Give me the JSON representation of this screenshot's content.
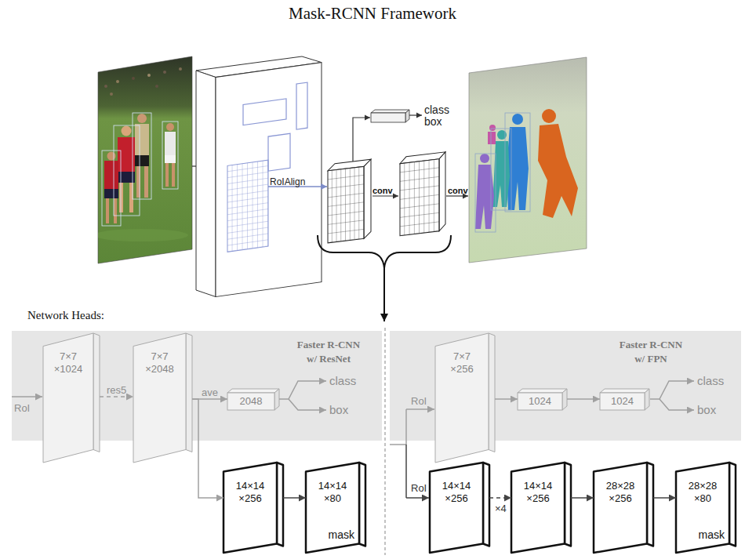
{
  "diagram": {
    "title": "Mask-RCNN Framework",
    "nodes": [
      {
        "text": [
          "Faster R-CNN w/ ResNet"
        ]
      },
      {
        "text": [
          "7×7 ×1024"
        ],
        "in": 0
      },
      {
        "text": [
          "7×7 ×2048"
        ],
        "in": 0
      },
      {
        "text": [
          "2048"
        ],
        "in": 0
      },
      {
        "text": [
          "14×14 ×256"
        ]
      },
      {
        "text": [
          "14×14 ×80",
          "mask"
        ]
      },
      {
        "text": [
          "Faster R-CNN w/ FPN"
        ]
      },
      {
        "text": [
          "7×7 ×256"
        ],
        "in": 6
      },
      {
        "text": [
          "1024"
        ],
        "in": 6
      },
      {
        "text": [
          "1024"
        ],
        "in": 6
      },
      {
        "text": [
          "14×14 ×256"
        ]
      },
      {
        "text": [
          "14×14 ×256"
        ]
      },
      {
        "text": [
          "28×28 ×256"
        ]
      },
      {
        "text": [
          "28×28 ×80",
          "mask"
        ]
      }
    ],
    "edges": [
      {
        "from": 1,
        "to": 2,
        "label": "res5",
        "arrow": "to"
      },
      {
        "from": 2,
        "to": 3,
        "label": "ave",
        "arrow": "to"
      },
      {
        "from": 2,
        "to": 4,
        "arrow": "to"
      },
      {
        "from": 4,
        "to": 5,
        "arrow": "to"
      },
      {
        "from": 7,
        "to": 8,
        "arrow": "to"
      },
      {
        "from": 8,
        "to": 9,
        "arrow": "to"
      },
      {
        "from": 10,
        "to": 11,
        "label": "×4",
        "arrow": "to"
      },
      {
        "from": 11,
        "to": 12,
        "arrow": "to"
      },
      {
        "from": 12,
        "to": 13,
        "arrow": "to"
      }
    ],
    "labels": [
      "RoIAlign",
      "class box",
      "conv",
      "conv",
      "Network Heads:",
      "RoI",
      "class",
      "box",
      "RoI",
      "RoI",
      "class",
      "box"
    ]
  }
}
